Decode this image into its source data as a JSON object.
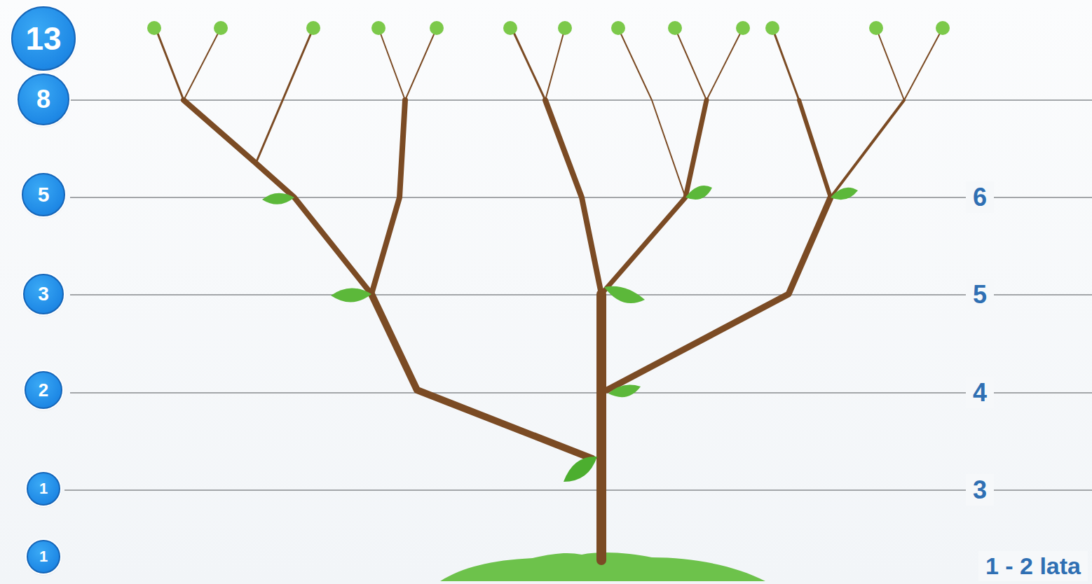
{
  "diagram": {
    "nodes": [
      {
        "text": [
          "13"
        ]
      },
      {
        "text": [
          "8"
        ]
      },
      {
        "text": [
          "5"
        ]
      },
      {
        "text": [
          "3"
        ]
      },
      {
        "text": [
          "2"
        ]
      },
      {
        "text": [
          "1"
        ]
      },
      {
        "text": [
          "1"
        ]
      }
    ],
    "labels": [
      "6",
      "5",
      "4",
      "3",
      "1 - 2 lata"
    ]
  }
}
